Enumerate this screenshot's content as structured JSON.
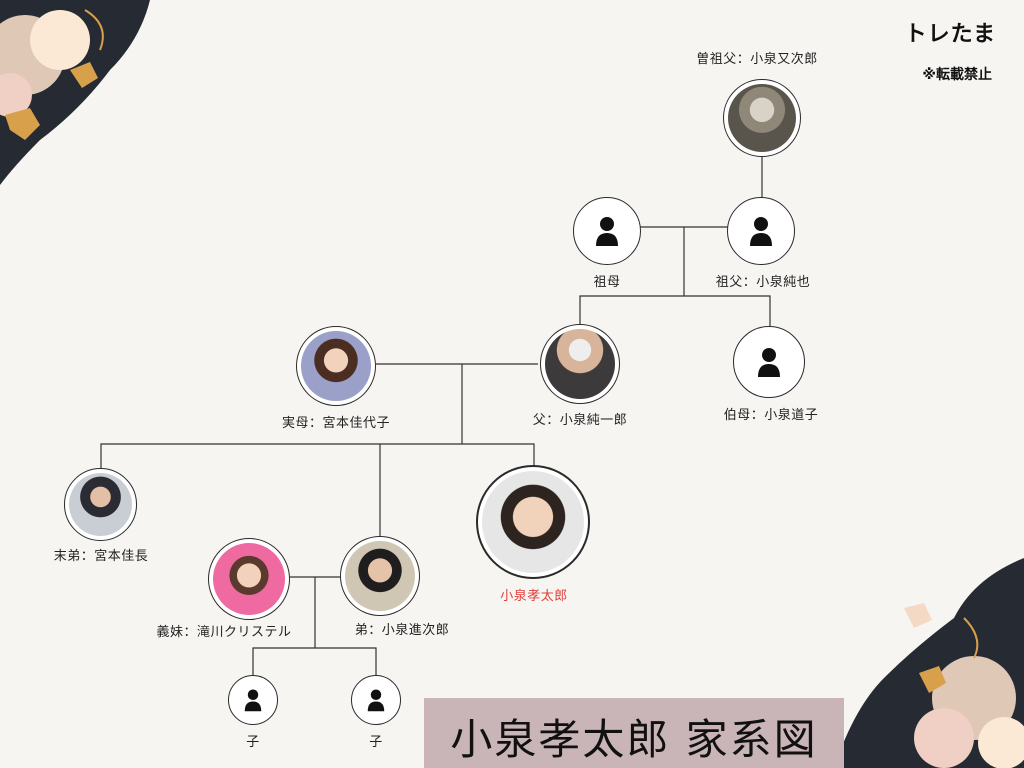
{
  "branding": {
    "site_name": "トレたま",
    "notice": "※転載禁止"
  },
  "title": "小泉孝太郎 家系図",
  "colors": {
    "background": "#f7f5f2",
    "title_bg": "#c9b4b7",
    "highlight": "#e0403a",
    "deco_dark": "#252a33",
    "deco_gold": "#d9a04b",
    "deco_peach": "#f4d9c4"
  },
  "members": {
    "great_grandfather": {
      "label": "曽祖父：小泉又次郎",
      "icon": "photo-portrait"
    },
    "grandmother": {
      "label": "祖母",
      "icon": "person-icon"
    },
    "grandfather": {
      "label": "祖父：小泉純也",
      "icon": "person-icon"
    },
    "father": {
      "label": "父：小泉純一郎",
      "icon": "photo-portrait"
    },
    "aunt": {
      "label": "伯母：小泉道子",
      "icon": "person-icon"
    },
    "mother": {
      "label": "実母：宮本佳代子",
      "icon": "photo-portrait"
    },
    "youngest_brother": {
      "label": "末弟：宮本佳長",
      "icon": "photo-portrait"
    },
    "self": {
      "label": "小泉孝太郎",
      "icon": "photo-portrait"
    },
    "sister_in_law": {
      "label": "義妹：滝川クリステル",
      "icon": "photo-portrait"
    },
    "brother": {
      "label": "弟：小泉進次郎",
      "icon": "photo-portrait"
    },
    "child1": {
      "label": "子",
      "icon": "person-icon"
    },
    "child2": {
      "label": "子",
      "icon": "person-icon"
    }
  }
}
